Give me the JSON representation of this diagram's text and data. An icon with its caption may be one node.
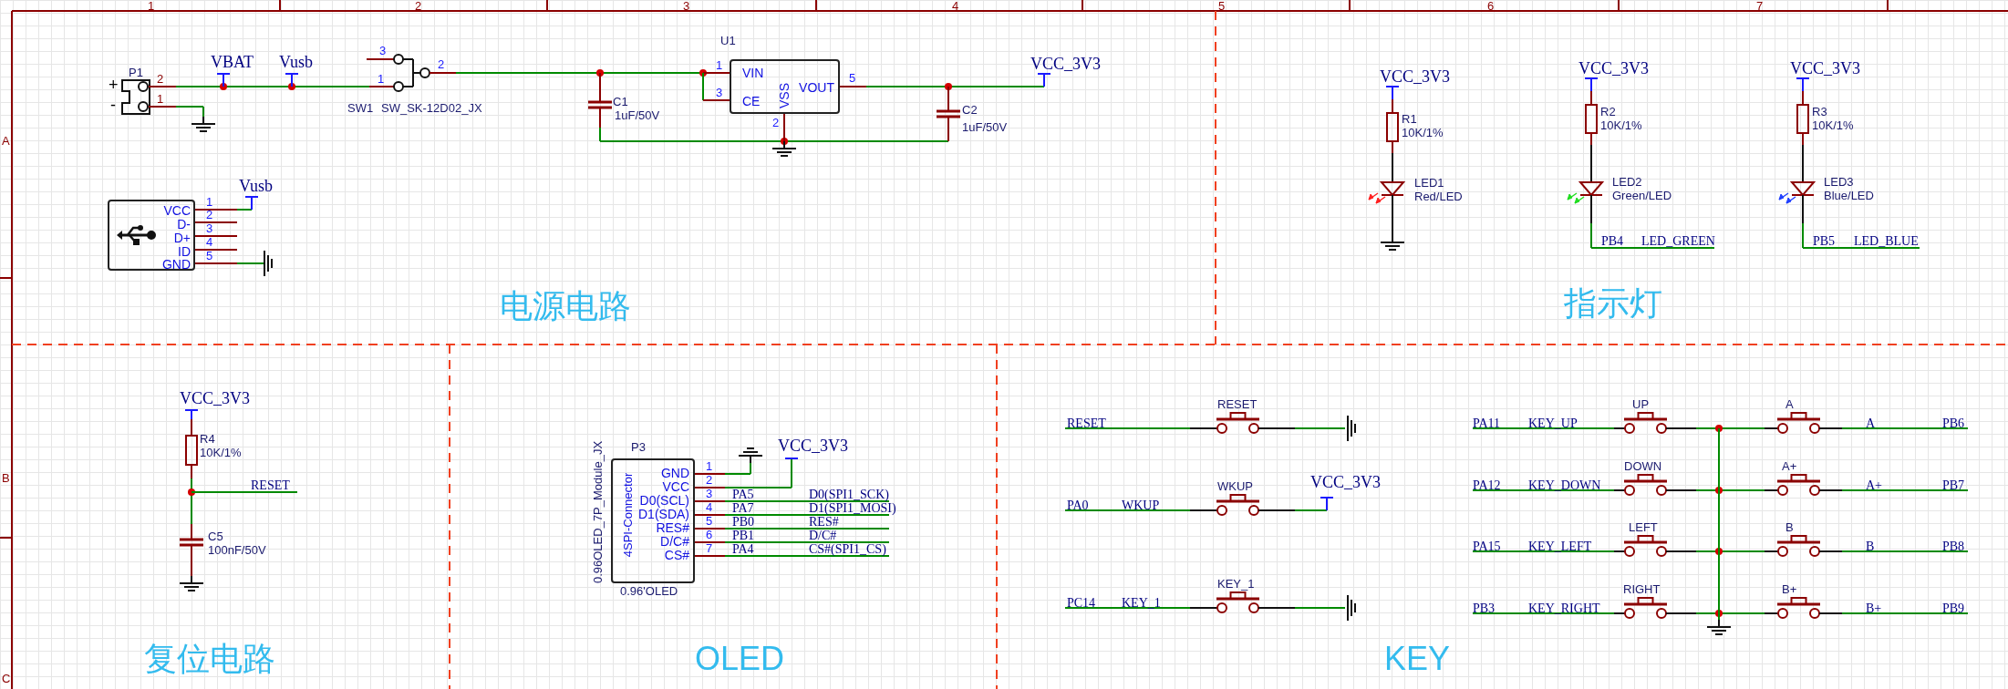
{
  "diagram": {
    "nodes": [
      {
        "text": [
          "VIN",
          "CE",
          "VSS",
          "VOUT"
        ]
      },
      {
        "text": [
          "VCC",
          "D-",
          "D+",
          "ID",
          "GND"
        ]
      },
      {
        "text": [
          "GND",
          "VCC",
          "D0(SCL)",
          "D1(SDA)",
          "RES#",
          "D/C#",
          "CS#",
          "4SPI-Connector"
        ]
      }
    ],
    "labels": [
      "1",
      "2",
      "3",
      "4",
      "5",
      "6",
      "7",
      "A",
      "B",
      "C",
      "P1",
      "+",
      "-",
      "2",
      "1",
      "VBAT",
      "Vusb",
      "3",
      "1",
      "2",
      "SW1",
      "SW_SK-12D02_JX",
      "U1",
      "1",
      "3",
      "2",
      "5",
      "C1",
      "1uF/50V",
      "VCC_3V3",
      "C2",
      "1uF/50V",
      "1",
      "2",
      "3",
      "4",
      "5",
      "Vusb",
      "电源电路",
      "VCC_3V3",
      "R1",
      "10K/1%",
      "LED1",
      "Red/LED",
      "VCC_3V3",
      "R2",
      "10K/1%",
      "LED2",
      "Green/LED",
      "PB4",
      "LED_GREEN",
      "VCC_3V3",
      "R3",
      "10K/1%",
      "LED3",
      "Blue/LED",
      "PB5",
      "LED_BLUE",
      "指示灯",
      "VCC_3V3",
      "R4",
      "10K/1%",
      "RESET",
      "C5",
      "100nF/50V",
      "复位电路",
      "P3",
      "0.96OLED_7P_Module_JX",
      "1",
      "2",
      "3",
      "4",
      "5",
      "6",
      "7",
      "VCC_3V3",
      "PA5",
      "D0(SPI1_SCK)",
      "PA7",
      "D1(SPI1_MOSI)",
      "PB0",
      "RES#",
      "PB1",
      "D/C#",
      "PA4",
      "CS#(SPI1_CS)",
      "0.96'OLED",
      "OLED",
      "RESET",
      "RESET",
      "PA11",
      "KEY_UP",
      "UP",
      "A",
      "A",
      "PB6",
      "PA0",
      "WKUP",
      "WKUP",
      "VCC_3V3",
      "PA12",
      "KEY_DOWN",
      "DOWN",
      "A+",
      "A+",
      "PB7",
      "PA15",
      "KEY_LEFT",
      "LEFT",
      "B",
      "B",
      "PB8",
      "PC14",
      "KEY_1",
      "KEY_1",
      "PB3",
      "KEY_RIGHT",
      "RIGHT",
      "B+",
      "B+",
      "PB9",
      "KEY"
    ]
  }
}
